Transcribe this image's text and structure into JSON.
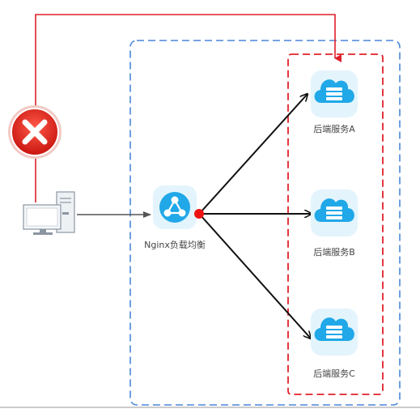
{
  "nodes": {
    "nginx": {
      "label": "Nginx负载均衡"
    },
    "service_a": {
      "label": "后端服务A"
    },
    "service_b": {
      "label": "后端服务B"
    },
    "service_c": {
      "label": "后端服务C"
    }
  },
  "icons": {
    "client": "desktop-computer-icon",
    "nginx": "network-hub-icon",
    "service": "cloud-server-icon",
    "blocked": "close-icon"
  },
  "colors": {
    "outer_boundary": "#4a86d8",
    "service_group": "#e0202a",
    "direct_path": "#e0202a",
    "forbidden": "#e1261c",
    "arrows": "#111111",
    "node_fill": "#20a8e8",
    "node_bg": "#e3f4fc"
  }
}
